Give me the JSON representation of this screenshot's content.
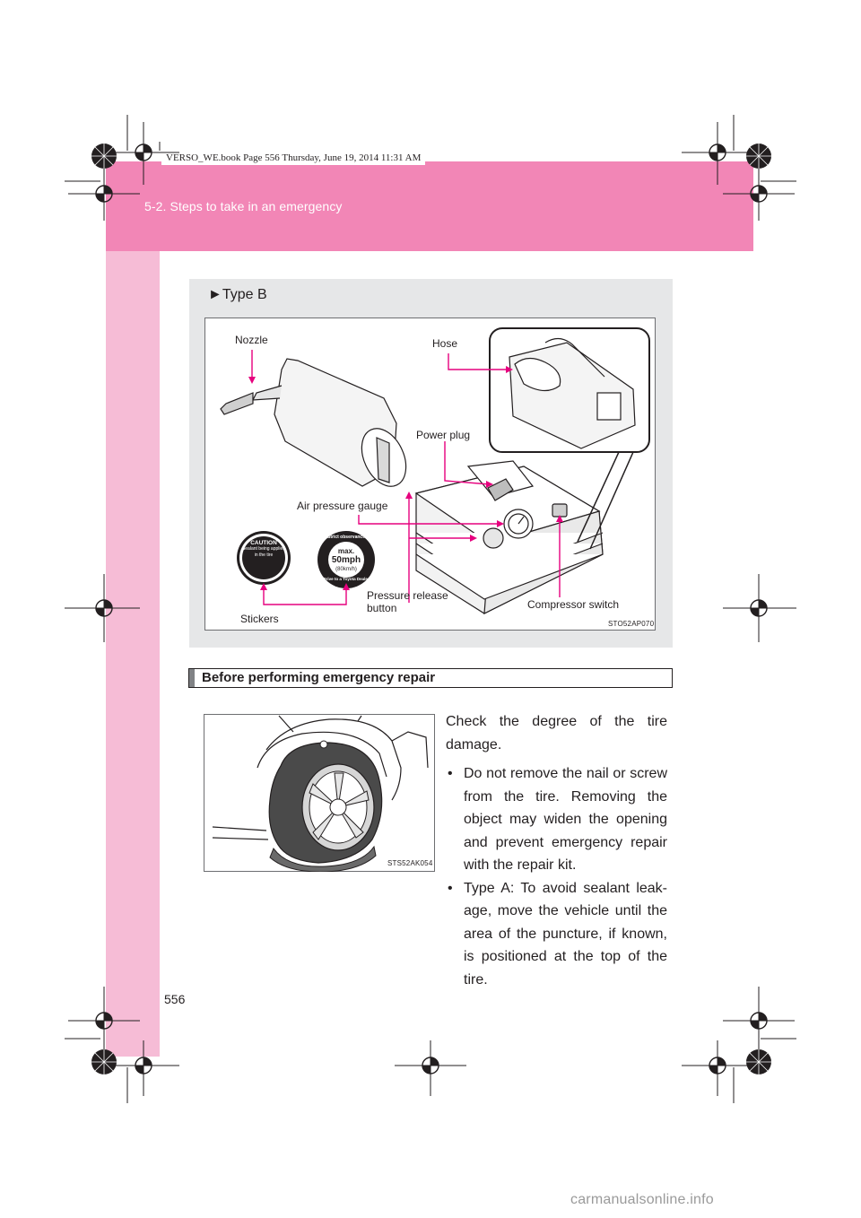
{
  "header": {
    "section": "5-2. Steps to take in an emergency",
    "print_info": "VERSO_WE.book  Page 556  Thursday, June 19, 2014  11:31 AM"
  },
  "figure": {
    "type_label": "►Type B",
    "labels": {
      "nozzle": "Nozzle",
      "hose": "Hose",
      "power_plug": "Power plug",
      "air_pressure_gauge": "Air pressure gauge",
      "pressure_release_line1": "Pressure release",
      "pressure_release_line2": "button",
      "compressor_switch": "Compressor switch",
      "stickers": "Stickers"
    },
    "sticker_caution": {
      "title": "CAUTION",
      "line1": "Sealant being applied",
      "line2": "in the tire"
    },
    "sticker_speed": {
      "arc_top": "Strict observance",
      "max": "max.",
      "speed": "50mph",
      "speed_kmh": "(80km/h)",
      "arc_bottom": "Drive to a Toyota Dealer"
    },
    "code": "STO52AP070"
  },
  "section": {
    "heading": "Before performing emergency repair"
  },
  "tire_figure": {
    "code": "STS52AK054"
  },
  "body": {
    "intro": "Check the degree of the tire damage.",
    "bullets": [
      "Do not remove the nail or screw from the tire. Removing the object may widen the opening and prevent emer­gency repair with the repair kit.",
      "Type A: To avoid sealant leak­age, move the vehicle until the area of the puncture, if known, is positioned at the top of the tire."
    ]
  },
  "page_number": "556",
  "watermark": "carmanualsonline.info",
  "colors": {
    "header_pink": "#f286b6",
    "strip_pink": "#f6bcd6",
    "callout_magenta": "#e6007e",
    "figure_bg": "#e6e7e8"
  }
}
